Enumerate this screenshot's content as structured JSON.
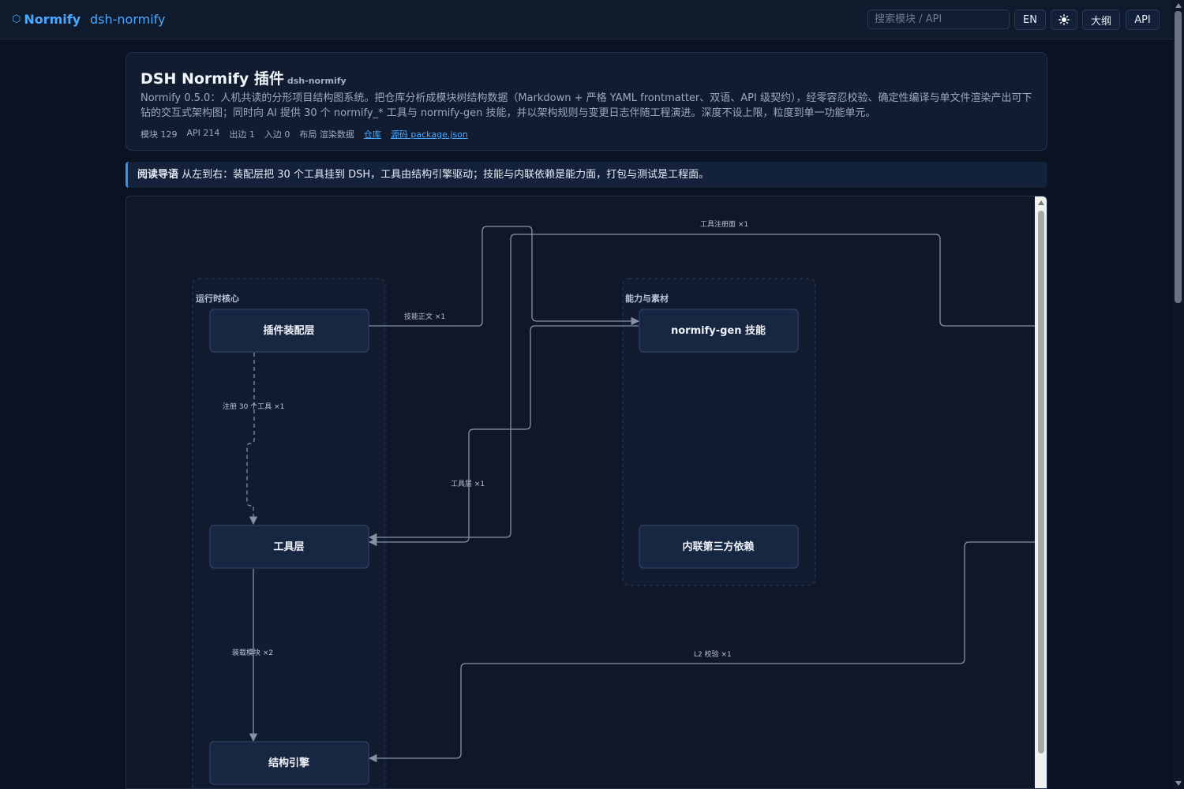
{
  "topbar": {
    "brand": "Normify",
    "project": "dsh-normify",
    "search_placeholder": "搜索模块 / API",
    "lang_button": "EN",
    "theme_icon": "sun-icon",
    "outline_button": "大纲",
    "api_button": "API"
  },
  "header": {
    "title": "DSH Normify 插件",
    "slug": "dsh-normify",
    "description": "Normify 0.5.0：人机共读的分形项目结构图系统。把仓库分析成模块树结构数据（Markdown + 严格 YAML frontmatter、双语、API 级契约），经零容忍校验、确定性编译与单文件渲染产出可下钻的交互式架构图；同时向 AI 提供 30 个 normify_* 工具与 normify-gen 技能，并以架构规则与变更日志伴随工程演进。深度不设上限，粒度到单一功能单元。",
    "stats": {
      "modules": "模块 129",
      "api": "API 214",
      "out_edges": "出边 1",
      "in_edges": "入边 0",
      "layout": "布局 渲染数据"
    },
    "links": {
      "repo": "仓库",
      "source": "源码 package.json"
    }
  },
  "guide": {
    "label": "阅读导语",
    "text": "从左到右：装配层把 30 个工具挂到 DSH，工具由结构引擎驱动；技能与内联依赖是能力面，打包与测试是工程面。"
  },
  "diagram": {
    "groups": {
      "runtime": "运行时核心",
      "capability": "能力与素材"
    },
    "nodes": {
      "assembly": "插件装配层",
      "tools": "工具层",
      "engine": "结构引擎",
      "skill": "normify-gen 技能",
      "inline": "内联第三方依赖"
    },
    "edges": {
      "register": "注册 30 个工具 ×1",
      "load": "装载模块 ×2",
      "skill_text": "技能正文 ×1",
      "tool_layer": "工具层 ×1",
      "tool_surface": "工具注册面 ×1",
      "l2_check": "L2 校验 ×1"
    }
  }
}
